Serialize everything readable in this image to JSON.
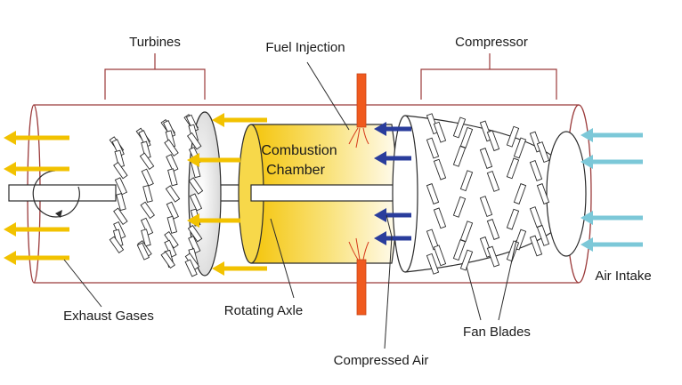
{
  "labels": {
    "turbines": "Turbines",
    "fuel_injection": "Fuel Injection",
    "compressor": "Compressor",
    "combustion_line1": "Combustion",
    "combustion_line2": "Chamber",
    "air_intake": "Air Intake",
    "exhaust_gases": "Exhaust Gases",
    "rotating_axle": "Rotating Axle",
    "fan_blades": "Fan Blades",
    "compressed_air": "Compressed Air"
  },
  "colors": {
    "exhaust_arrow": "#f2c200",
    "intake_arrow": "#7cc8d8",
    "compressed_arrow": "#2a3d9c",
    "fuel_injector": "#f05a1e",
    "casing": "#9b3a3a",
    "outline": "#2b2b2b"
  }
}
